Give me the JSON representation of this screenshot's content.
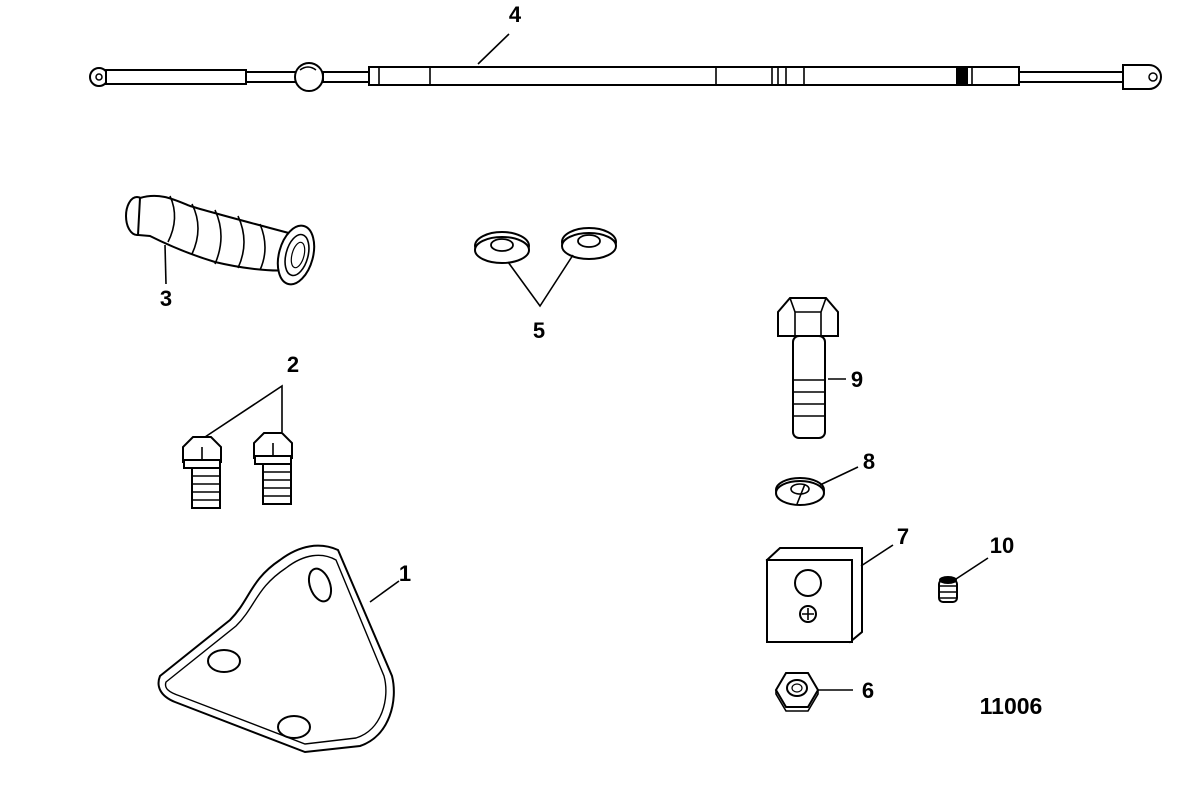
{
  "callouts": [
    {
      "id": "1",
      "label": "1"
    },
    {
      "id": "2",
      "label": "2"
    },
    {
      "id": "3",
      "label": "3"
    },
    {
      "id": "4",
      "label": "4"
    },
    {
      "id": "5",
      "label": "5"
    },
    {
      "id": "6",
      "label": "6"
    },
    {
      "id": "7",
      "label": "7"
    },
    {
      "id": "8",
      "label": "8"
    },
    {
      "id": "9",
      "label": "9"
    },
    {
      "id": "10",
      "label": "10"
    }
  ],
  "figure_reference": "11006"
}
